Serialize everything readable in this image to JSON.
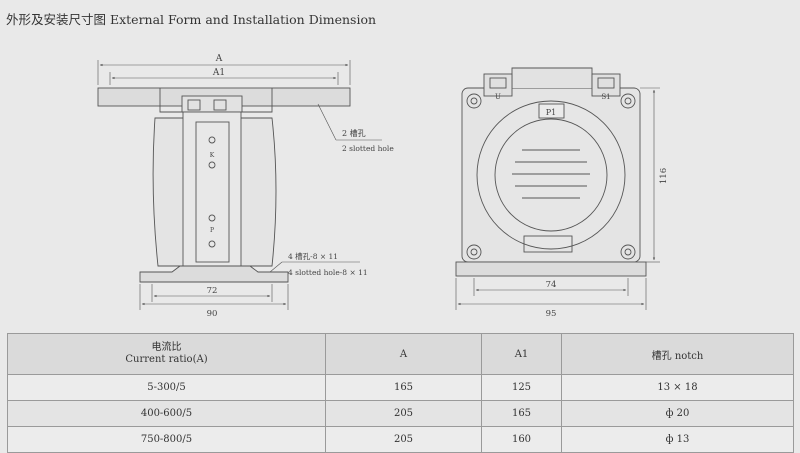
{
  "page": {
    "title": "外形及安装尺寸图 External Form and Installation Dimension"
  },
  "drawing": {
    "left_view": {
      "dim_A": "A",
      "dim_A1": "A1",
      "dim_72": "72",
      "dim_90": "90",
      "slot_label_cn": "2 槽孔",
      "slot_label_en": "2 slotted hole",
      "slot4_label_cn": "4 槽孔-8 × 11",
      "slot4_label_en": "4 slotted hole-8 × 11",
      "mark_top": "K",
      "mark_bottom": "P"
    },
    "front_view": {
      "terminal_left": "U",
      "terminal_right": "S1",
      "label_p1": "P1",
      "dim_116": "116",
      "dim_74": "74",
      "dim_95": "95"
    }
  },
  "table": {
    "headers": {
      "ratio_cn": "电流比",
      "ratio_en": "Current ratio(A)",
      "a": "A",
      "a1": "A1",
      "notch": "槽孔 notch"
    },
    "rows": [
      {
        "ratio": "5-300/5",
        "a": "165",
        "a1": "125",
        "notch": "13 × 18"
      },
      {
        "ratio": "400-600/5",
        "a": "205",
        "a1": "165",
        "notch": "ф 20"
      },
      {
        "ratio": "750-800/5",
        "a": "205",
        "a1": "160",
        "notch": "ф 13"
      }
    ]
  }
}
